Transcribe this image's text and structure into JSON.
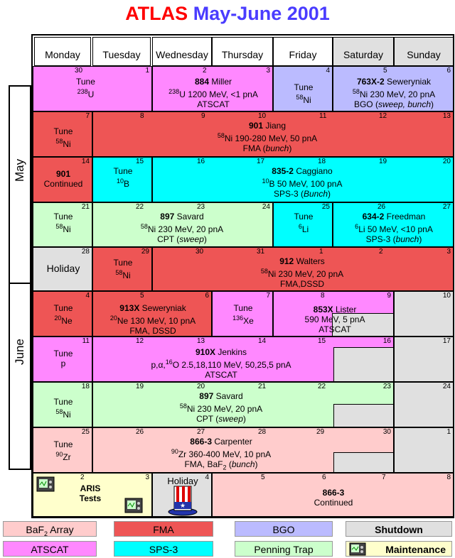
{
  "title": {
    "part1": "ATLAS",
    "part2": "May-June 2001"
  },
  "days": [
    "Monday",
    "Tuesday",
    "Wednesday",
    "Thursday",
    "Friday",
    "Saturday",
    "Sunday"
  ],
  "months": {
    "may": "May",
    "june": "June"
  },
  "colors": {
    "baf2": "#ffcccc",
    "fma": "#ee5555",
    "bgo": "#bbbbff",
    "shutdown": "#e0e0e0",
    "atscat": "#ff88ff",
    "sps3": "#00ffff",
    "penning": "#ccffcc",
    "maintenance": "#ffffcc"
  },
  "cells": {
    "w1_tune": {
      "l1": "Tune",
      "sup": "238",
      "el": "U",
      "d1": "30",
      "d2": "1"
    },
    "w1_884": {
      "num": "884",
      "name": " Miller",
      "sup": "238",
      "rest": "U 1200 MeV, <1 pnA",
      "l3": "ATSCAT",
      "d1": "2",
      "d2": "3"
    },
    "w1_tune_ni": {
      "l1": "Tune",
      "sup": "58",
      "el": "Ni",
      "d": "4"
    },
    "w1_763": {
      "num": "763X-2",
      "name": " Seweryniak",
      "sup": "58",
      "rest": "Ni 230 MeV, 20 pnA",
      "l3a": "BGO (",
      "l3b": "sweep, bunch",
      "l3c": ")",
      "d1": "5",
      "d2": "6"
    },
    "w2_tune": {
      "l1": "Tune",
      "sup": "58",
      "el": "Ni",
      "d": "7"
    },
    "w2_901": {
      "num": "901",
      "name": " Jiang",
      "sup": "58",
      "rest": "Ni 190-280 MeV, 50 pnA",
      "l3a": "FMA (",
      "l3b": "bunch",
      "l3c": ")",
      "d": [
        "8",
        "9",
        "10",
        "11",
        "12",
        "13"
      ]
    },
    "w3_901": {
      "num": "901",
      "l2": "Continued",
      "d": "14"
    },
    "w3_tune": {
      "l1": "Tune",
      "sup": "10",
      "el": "B",
      "d": "15"
    },
    "w3_835": {
      "num": "835-2",
      "name": " Caggiano",
      "sup": "10",
      "rest": "B 50 MeV, 100 pnA",
      "l3a": "SPS-3 (",
      "l3b": "Bunch",
      "l3c": ")",
      "d": [
        "16",
        "17",
        "18",
        "19",
        "20"
      ]
    },
    "w4_tune": {
      "l1": "Tune",
      "sup": "58",
      "el": "Ni",
      "d": "21"
    },
    "w4_897": {
      "num": "897",
      "name": " Savard",
      "sup": "58",
      "rest": "Ni 230 MeV, 20 pnA",
      "l3a": "CPT (",
      "l3b": "sweep",
      "l3c": ")",
      "d": [
        "22",
        "23",
        "24"
      ]
    },
    "w4_tune_li": {
      "l1": "Tune",
      "sup": "6",
      "el": "Li",
      "d": "25"
    },
    "w4_634": {
      "num": "634-2",
      "name": " Freedman",
      "sup": "6",
      "rest": "Li 50 MeV, <10 pnA",
      "l3a": "SPS-3 (",
      "l3b": "bunch",
      "l3c": ")",
      "d": [
        "26",
        "27"
      ]
    },
    "w5_holiday": {
      "l1": "Holiday",
      "d": "28"
    },
    "w5_tune": {
      "l1": "Tune",
      "sup": "58",
      "el": "Ni",
      "d": "29"
    },
    "w5_912": {
      "num": "912",
      "name": " Walters",
      "sup": "58",
      "rest": "Ni 230 MeV, 20 pnA",
      "l3": "FMA,DSSD",
      "d": [
        "30",
        "31",
        "1",
        "2",
        "3"
      ]
    },
    "w6_tune": {
      "l1": "Tune",
      "sup": "20",
      "el": "Ne",
      "d": "4"
    },
    "w6_913": {
      "num": "913X",
      "name": " Seweryniak",
      "sup": "20",
      "rest": "Ne 130 MeV, 10 pnA",
      "l3": "FMA, DSSD",
      "d": [
        "5",
        "6"
      ]
    },
    "w6_tune_xe": {
      "l1": "Tune",
      "sup": "136",
      "el": "Xe",
      "d": "7"
    },
    "w6_853": {
      "num": "853X",
      "name": " Lister",
      "l2": "590 MeV, 5 pnA",
      "l3": "ATSCAT",
      "d": [
        "8",
        "9"
      ]
    },
    "w6_sd": {
      "d": "10"
    },
    "w7_tune": {
      "l1": "Tune",
      "l2": "p",
      "d": "11"
    },
    "w7_910": {
      "num": "910X",
      "name": " Jenkins",
      "l2a": "p,α,",
      "sup": "16",
      "l2b": "O 2.5,18,110 MeV, 50,25,5 pnA",
      "l3": "ATSCAT",
      "d": [
        "12",
        "13",
        "14",
        "15",
        "16"
      ]
    },
    "w7_sd": {
      "d": "17"
    },
    "w8_tune": {
      "l1": "Tune",
      "sup": "58",
      "el": "Ni",
      "d": "18"
    },
    "w8_897": {
      "num": "897",
      "name": " Savard",
      "sup": "58",
      "rest": "Ni 230 MeV, 20 pnA",
      "l3a": "CPT (",
      "l3b": "sweep",
      "l3c": ")",
      "d": [
        "19",
        "20",
        "21",
        "22",
        "23"
      ]
    },
    "w8_sd": {
      "d": "24"
    },
    "w9_tune": {
      "l1": "Tune",
      "sup": "90",
      "el": "Zr",
      "d": "25"
    },
    "w9_866": {
      "num": "866-3",
      "name": " Carpenter",
      "sup": "90",
      "rest": "Zr 360-400 MeV, 10 pnA",
      "l3a": "FMA, BaF",
      "l3sub": "2",
      "l3b": " (",
      "l3c": "bunch",
      "l3d": ")",
      "d": [
        "26",
        "27",
        "28",
        "29",
        "30"
      ]
    },
    "w9_sd": {
      "d": "1"
    },
    "w10_aris": {
      "l1": "ARIS",
      "l2": "Tests",
      "d1": "2",
      "d2": "3"
    },
    "w10_holiday": {
      "l1": "Holiday",
      "d": "4"
    },
    "w10_866": {
      "num": "866-3",
      "l2": "Continued",
      "d": [
        "5",
        "6",
        "7",
        "8"
      ]
    }
  },
  "legend": {
    "baf2a": "BaF",
    "baf2sub": "2",
    "baf2b": " Array",
    "fma": "FMA",
    "bgo": "BGO",
    "shutdown": "Shutdown",
    "atscat": "ATSCAT",
    "sps3": "SPS-3",
    "penning": "Penning Trap",
    "maintenance": "Maintenance"
  }
}
